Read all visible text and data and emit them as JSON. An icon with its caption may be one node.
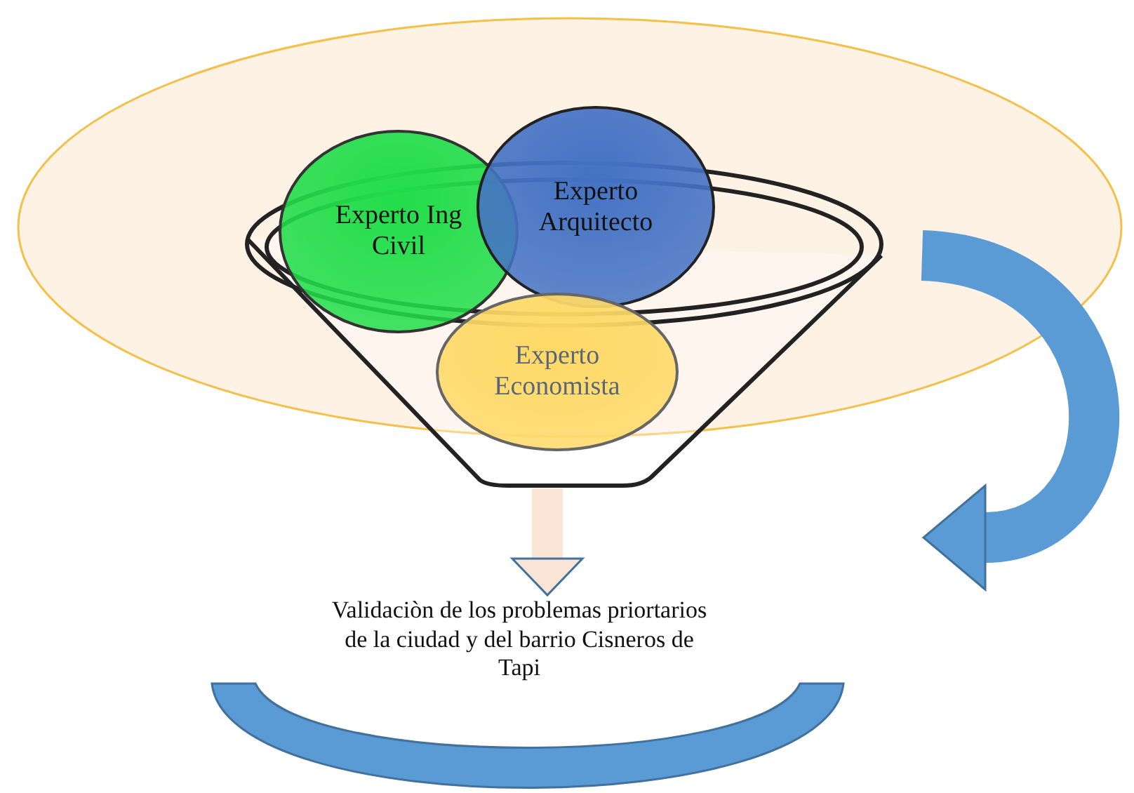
{
  "diagram": {
    "nodes": [
      {
        "text": [],
        "shape": "ellipse"
      },
      {
        "text": [],
        "shape": "funnel"
      },
      {
        "text": [
          "Experto Ing Civil"
        ],
        "in": 0
      },
      {
        "text": [
          "Experto Arquitecto"
        ],
        "in": 0
      },
      {
        "text": [
          "Experto Economista"
        ],
        "in": 1
      },
      {
        "text": [
          "Validaciòn de los problemas priortarios de la ciudad y del barrio Cisneros de Tapi"
        ]
      },
      {
        "text": [],
        "shape": "arc"
      }
    ],
    "edges": [
      {
        "from": 1,
        "to": 5,
        "arrow": "to",
        "color": "#fbe5d6"
      }
    ]
  }
}
